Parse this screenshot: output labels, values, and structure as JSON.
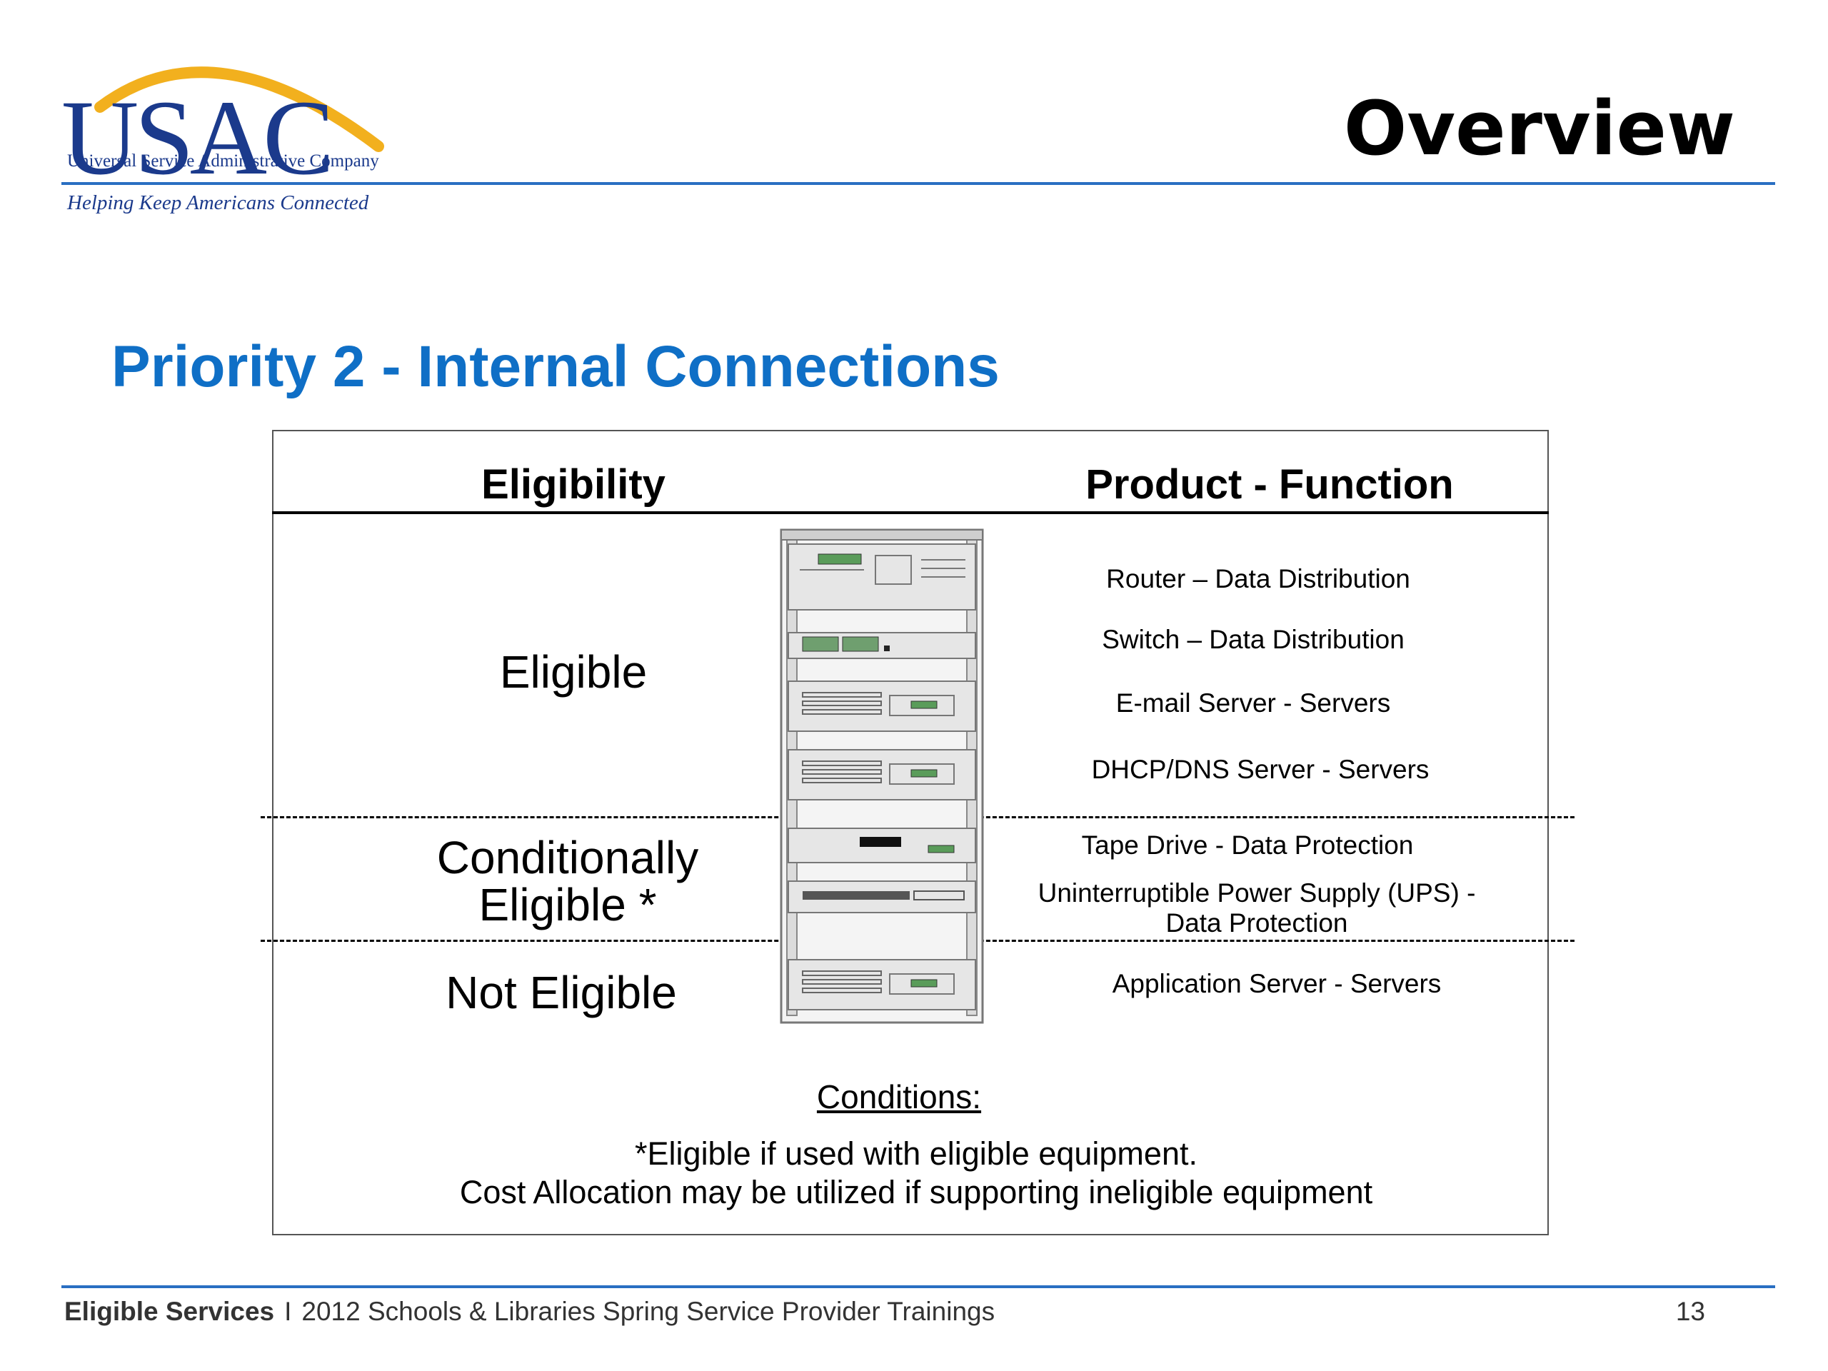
{
  "logo": {
    "wordmark": "USAC",
    "company": "Universal Service Administrative Company",
    "tagline": "Helping Keep Americans Connected",
    "colors": {
      "wordmark": "#1b3a8c",
      "arc": "#f2b01e"
    }
  },
  "header": {
    "title": "Overview",
    "rule_color": "#2a6fc2"
  },
  "slide": {
    "heading": "Priority 2 - Internal Connections",
    "heading_color": "#0f6fc6"
  },
  "figure": {
    "column_headers": {
      "eligibility": "Eligibility",
      "product": "Product - Function"
    },
    "categories": [
      {
        "label": "Eligible"
      },
      {
        "label_line1": "Conditionally",
        "label_line2": "Eligible *"
      },
      {
        "label": "Not Eligible"
      }
    ],
    "products": [
      "Router – Data Distribution",
      "Switch – Data Distribution",
      "E-mail Server - Servers",
      "DHCP/DNS Server - Servers",
      "Tape Drive - Data Protection",
      {
        "line1": "Uninterruptible Power Supply (UPS) -",
        "line2": "Data Protection"
      },
      "Application Server - Servers"
    ],
    "conditions": {
      "title": "Conditions:",
      "lines": [
        "*Eligible if used with eligible equipment.",
        "Cost Allocation may be utilized if supporting ineligible equipment"
      ]
    }
  },
  "footer": {
    "section": "Eligible Services",
    "separator": "I",
    "event": "2012 Schools & Libraries Spring Service Provider Trainings",
    "page_number": "13"
  }
}
